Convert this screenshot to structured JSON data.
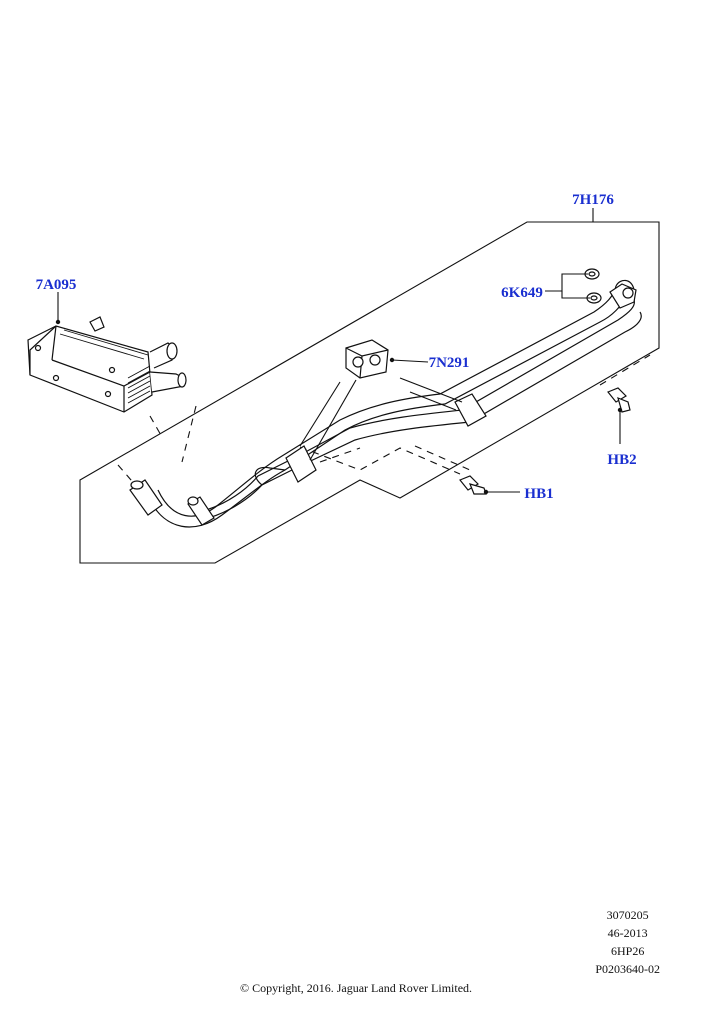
{
  "callouts": {
    "hose_assembly": "7H176",
    "cooler": "7A095",
    "o_ring": "6K649",
    "clip": "7N291",
    "bolt_2": "HB2",
    "bolt_1": "HB1"
  },
  "info_block": {
    "line1": "3070205",
    "line2": "46-2013",
    "line3": "6HP26",
    "line4": "P0203640-02"
  },
  "copyright": "© Copyright, 2016. Jaguar Land Rover Limited.",
  "colors": {
    "callout_text": "#1a2fd0",
    "linework": "#111111"
  }
}
